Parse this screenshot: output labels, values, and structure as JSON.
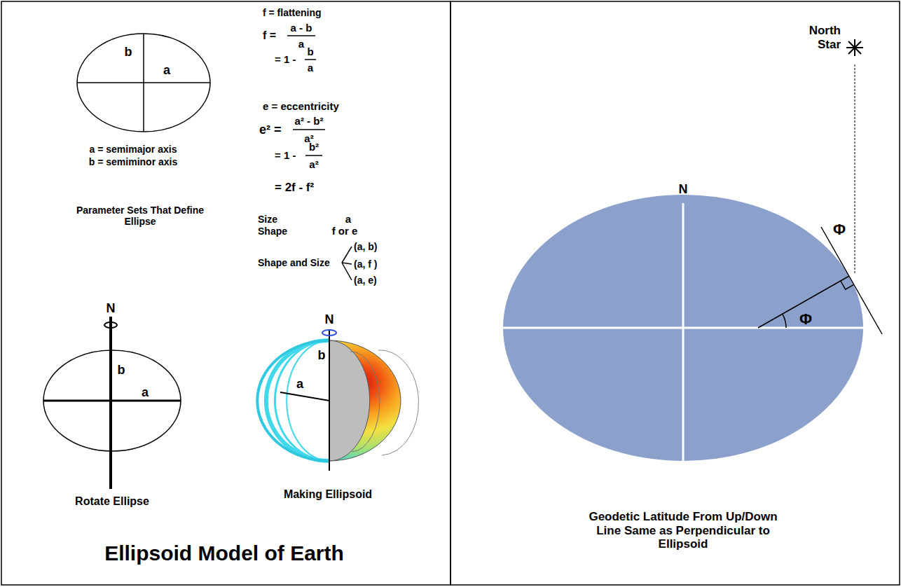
{
  "diagram": {
    "title": "Ellipsoid Model of Earth",
    "labels": [
      "b",
      "a",
      "a = semimajor axis",
      "b = semiminor axis",
      "f = flattening",
      "f =",
      "a - b",
      "a",
      "= 1 -",
      "b",
      "a",
      "e = eccentricity",
      "e² =",
      "a² - b²",
      "a²",
      "= 1 -",
      "b²",
      "a²",
      "= 2f - f²",
      "Parameter Sets That Define Ellipse",
      "Size",
      "a",
      "Shape",
      "f or e",
      "(a, b)",
      "Shape and Size",
      "(a, f )",
      "(a, e)",
      "N",
      "b",
      "a",
      "Rotate Ellipse",
      "N",
      "b",
      "a",
      "Making Ellipsoid",
      "North Star",
      "N",
      "Φ",
      "Φ",
      "Geodetic Latitude From Up/Down Line Same as Perpendicular to Ellipsoid"
    ]
  }
}
